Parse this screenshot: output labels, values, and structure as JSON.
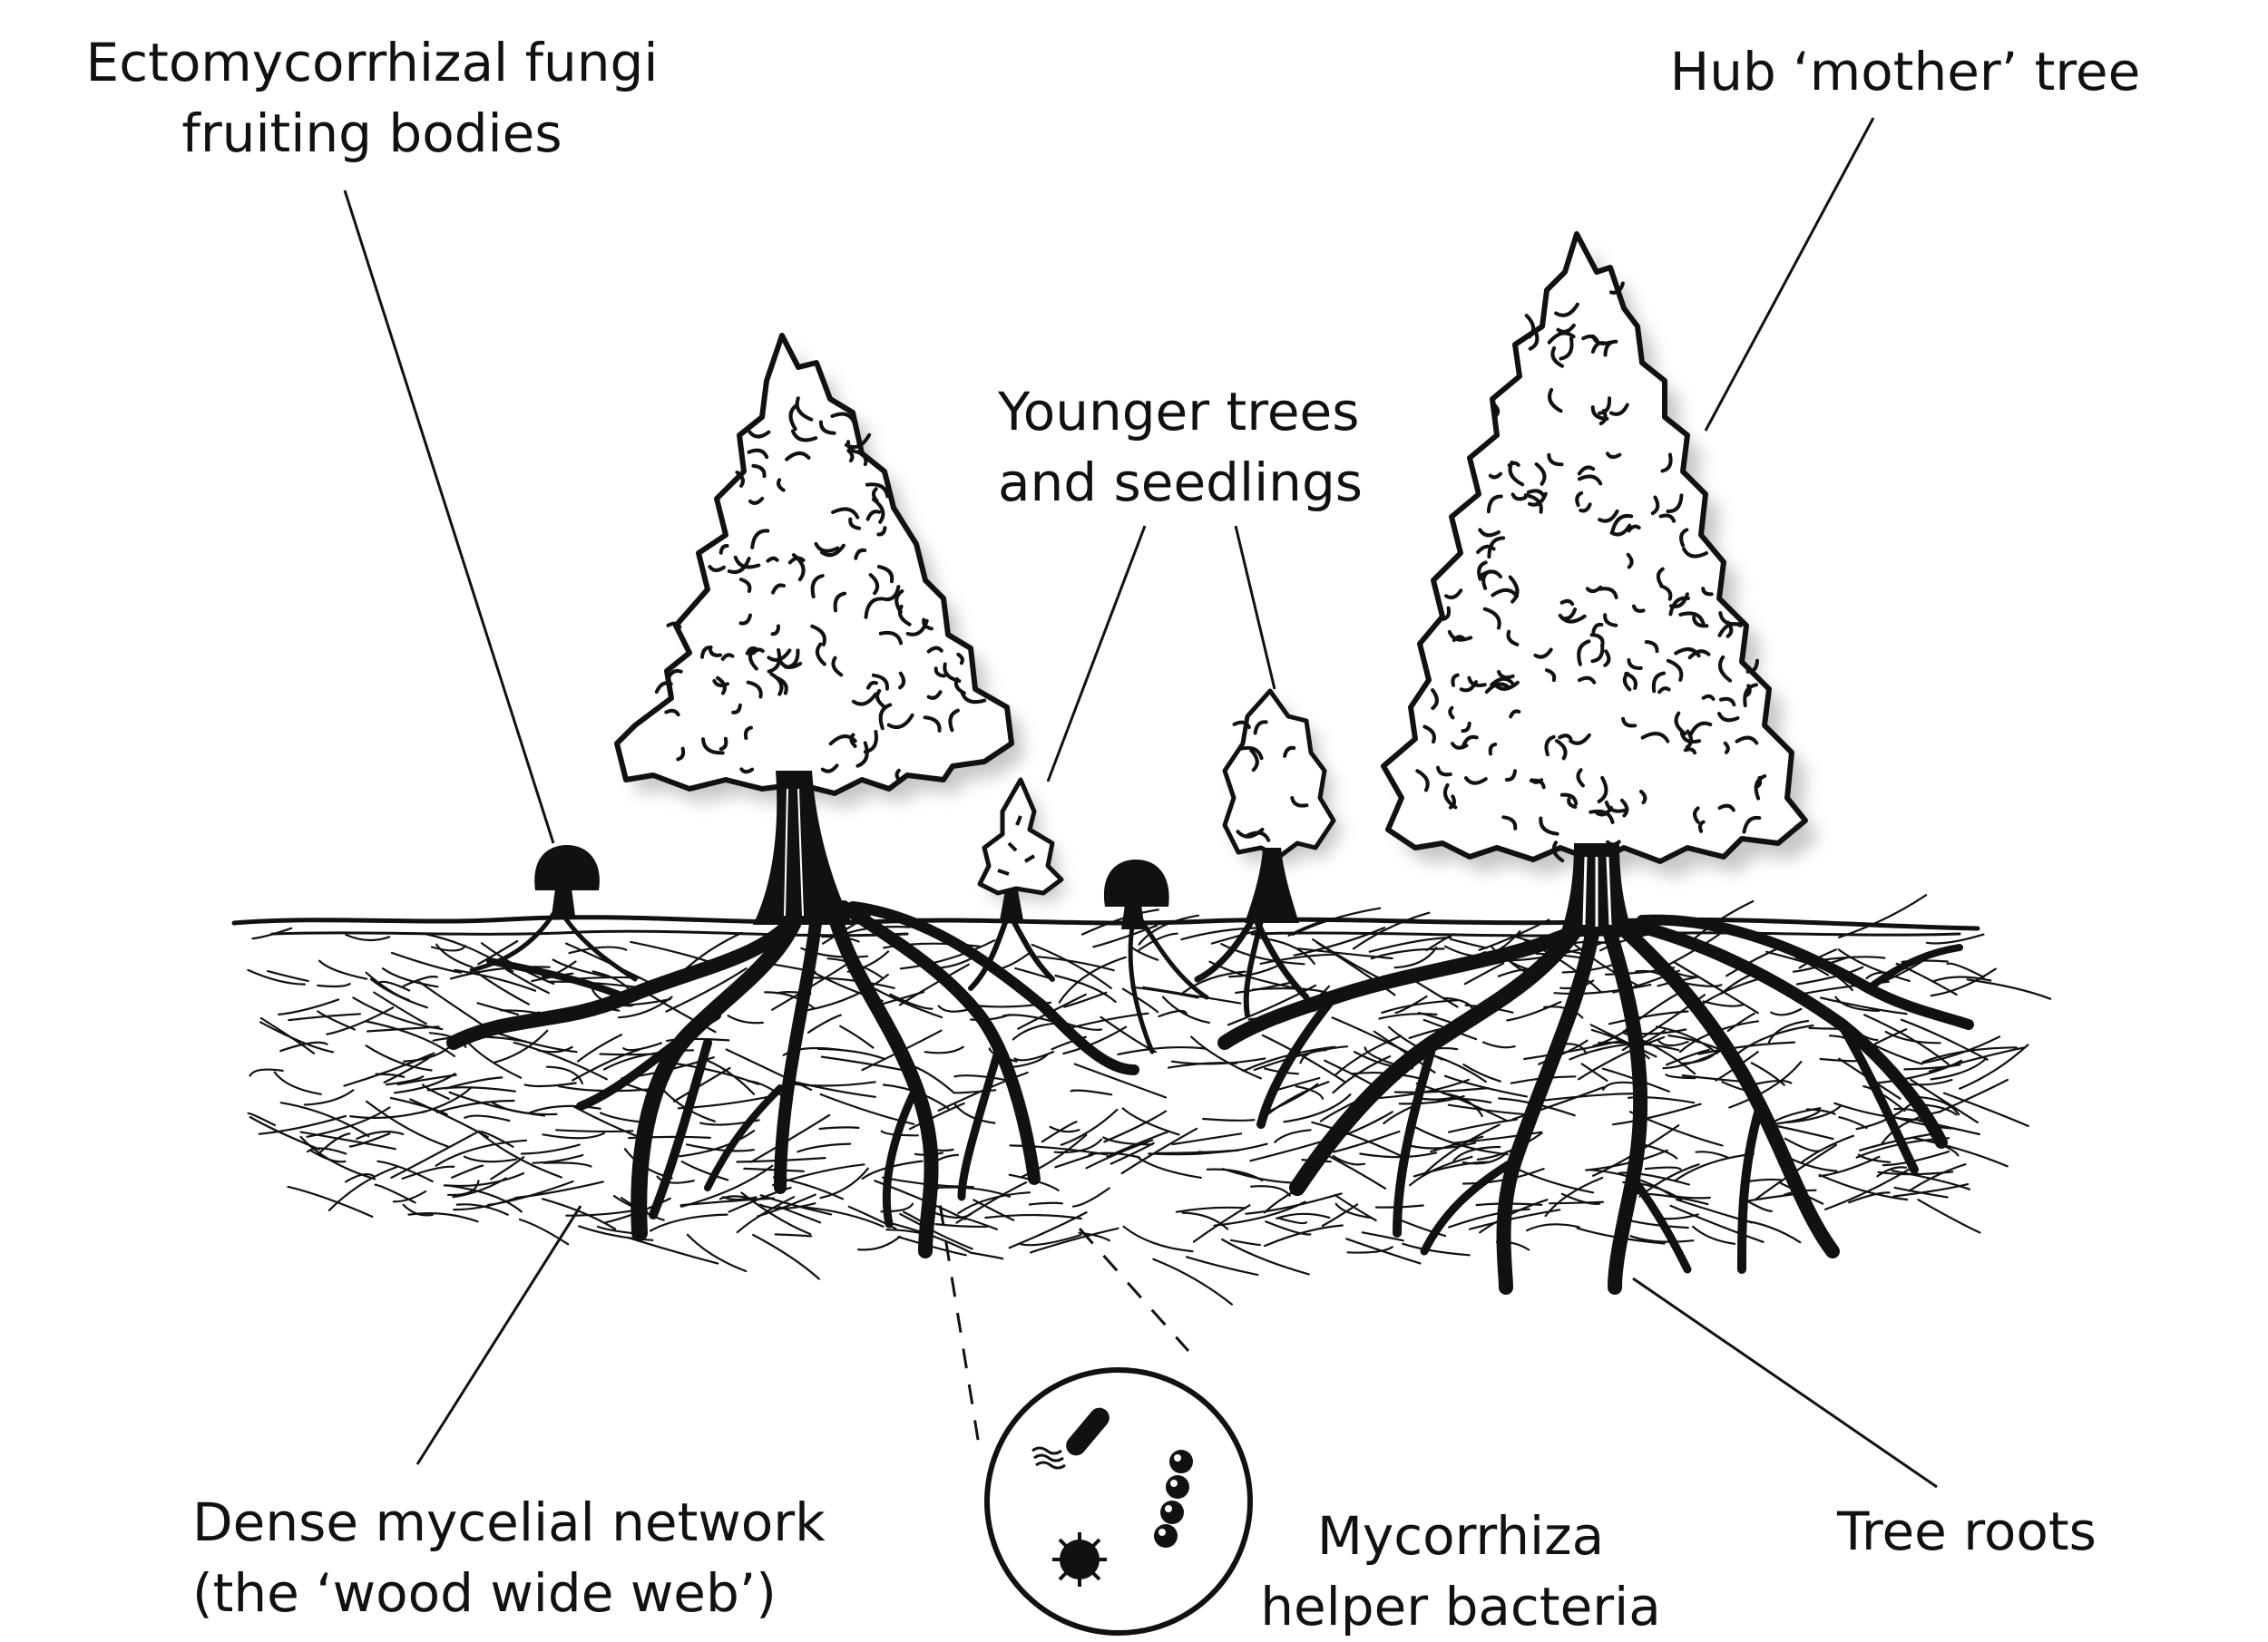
{
  "labels": {
    "fungi": {
      "line1": "Ectomycorrhizal fungi",
      "line2": "fruiting bodies"
    },
    "mother_tree": {
      "line1": "Hub ‘mother’ tree"
    },
    "younger_trees": {
      "line1": "Younger trees",
      "line2": "and seedlings"
    },
    "mycelial_network": {
      "line1": "Dense mycelial network",
      "line2": "(the ‘wood wide web’)"
    },
    "helper_bacteria": {
      "line1": "Mycorrhiza",
      "line2": "helper bacteria"
    },
    "tree_roots": {
      "line1": "Tree roots"
    }
  },
  "colors": {
    "ink": "#111111",
    "background": "#ffffff",
    "shadow": "#9a9a9a"
  }
}
